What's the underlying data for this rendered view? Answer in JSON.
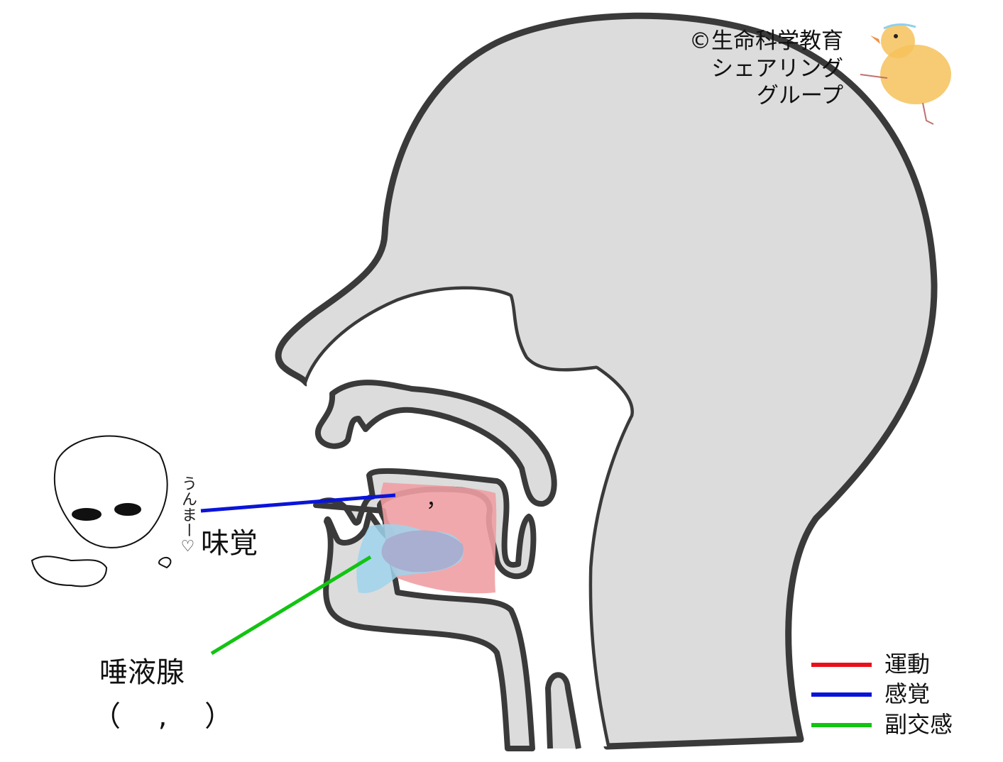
{
  "copyright": [
    "©生命科学教育",
    "シェアリング",
    "グループ"
  ],
  "labels": {
    "taste": "味覚",
    "salivary_gland": "唾液腺",
    "blank_answer": "（　 ,　 ）",
    "comma_mark": "，"
  },
  "illustration_text": "うんまー♡",
  "legend": [
    {
      "label": "運動",
      "color": "#e8101a"
    },
    {
      "label": "感覚",
      "color": "#0a14d8"
    },
    {
      "label": "副交感",
      "color": "#12c412"
    }
  ],
  "colors": {
    "head_fill": "#dcdcdc",
    "outline": "#3a3a3a",
    "tongue_region": "#ef9ea3",
    "gland_region": "#9fd3ec"
  }
}
